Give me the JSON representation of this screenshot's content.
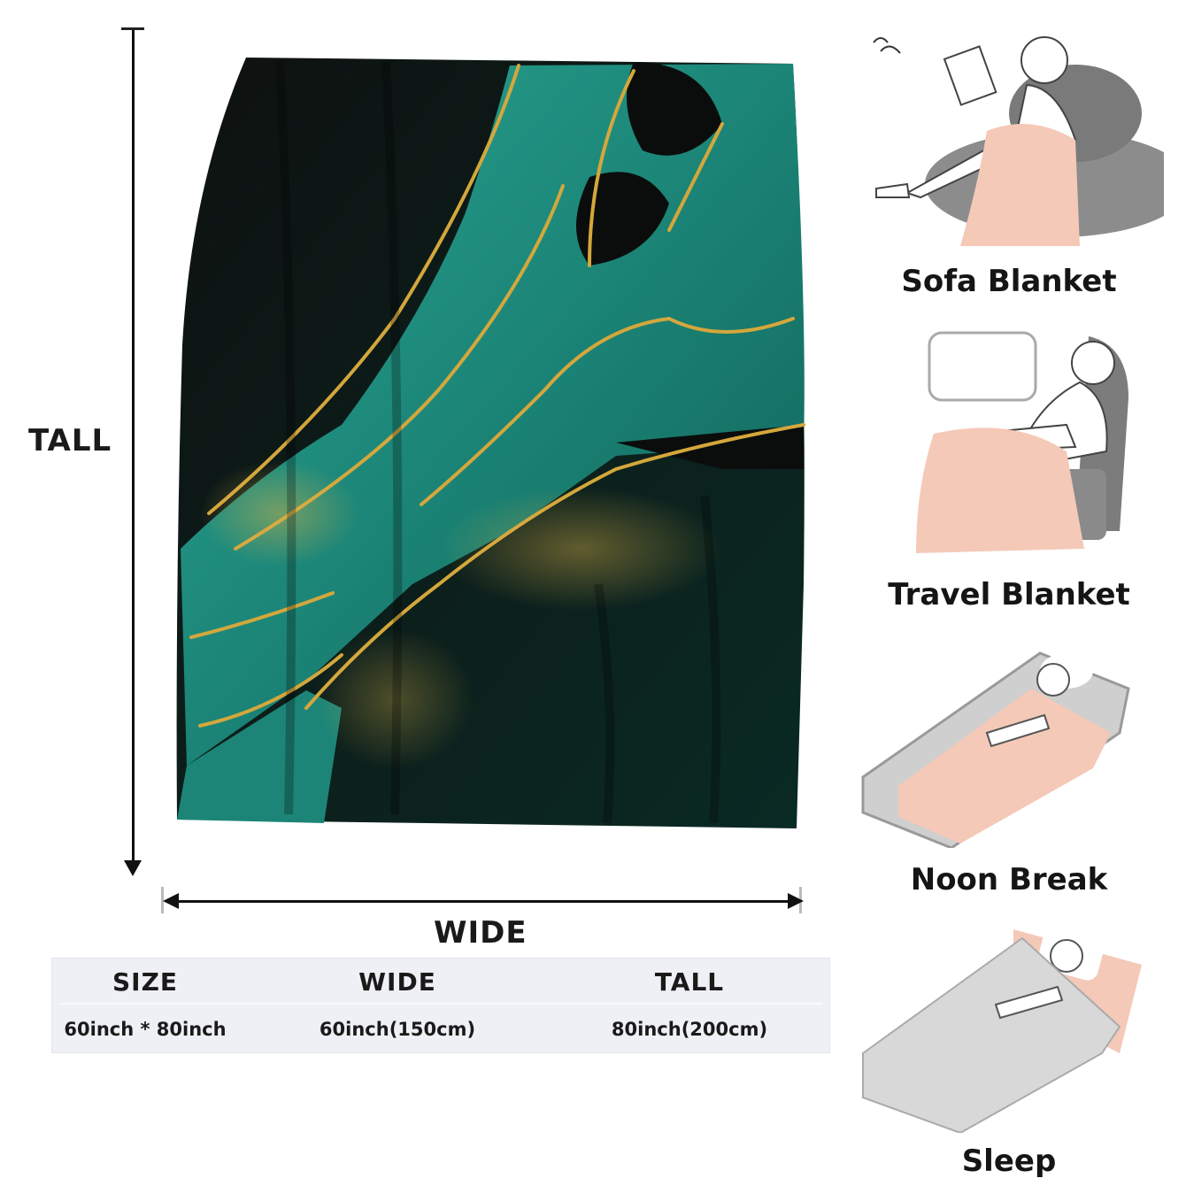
{
  "dimensions": {
    "tall_label": "TALL",
    "wide_label": "WIDE"
  },
  "size_table": {
    "headers": [
      "SIZE",
      "WIDE",
      "TALL"
    ],
    "values": [
      "60inch * 80inch",
      "60inch(150cm)",
      "80inch(200cm)"
    ]
  },
  "usages": [
    {
      "label": "Sofa Blanket",
      "icon": "person-reading-on-sofa-icon"
    },
    {
      "label": "Travel Blanket",
      "icon": "person-sleeping-in-seat-icon"
    },
    {
      "label": "Noon Break",
      "icon": "person-napping-on-mat-icon"
    },
    {
      "label": "Sleep",
      "icon": "person-sleeping-in-bed-icon"
    }
  ],
  "colors": {
    "blanket_black": "#0b0d0c",
    "blanket_teal": "#1d8a7c",
    "blanket_gold": "#d4a73c",
    "blanket_pink": "#f4c9b8",
    "furniture_gray": "#8c8c8c"
  }
}
